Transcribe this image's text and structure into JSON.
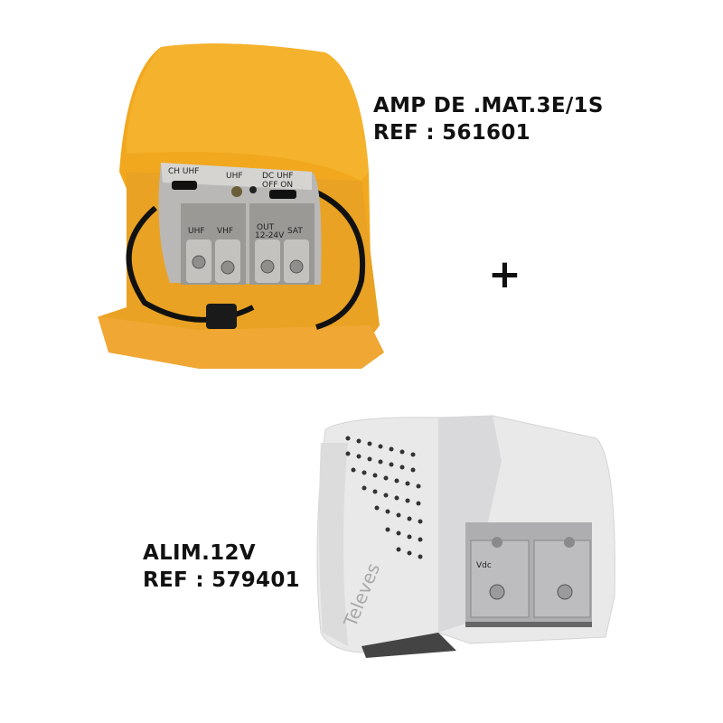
{
  "amplifier": {
    "name": "AMP DE .MAT.3E/1S",
    "ref": "REF : 561601",
    "panel": {
      "ch_uhf": "CH UHF",
      "uhf_gain": "UHF",
      "dc_uhf": "DC UHF",
      "off_on": "OFF ON",
      "ports": [
        "UHF",
        "VHF",
        "OUT",
        "SAT"
      ],
      "out_voltage": "12-24V",
      "body_color": "#f2a81e"
    }
  },
  "plus_sign": "+",
  "power_supply": {
    "name": "ALIM.12V",
    "ref": "REF : 579401",
    "brand": "Televes",
    "vdc_label": "Vdc",
    "body_color": "#e9e9ea"
  }
}
